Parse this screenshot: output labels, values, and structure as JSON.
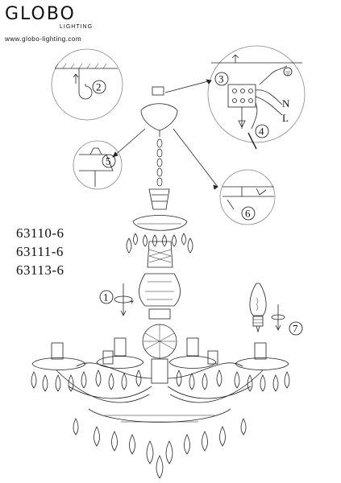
{
  "brand": {
    "name": "GLOBO",
    "subtitle": "LIGHTING",
    "url": "www.globo-lighting.com"
  },
  "models": [
    "63110-6",
    "63111-6",
    "63113-6"
  ],
  "steps": {
    "s1": "1",
    "s2": "2",
    "s3": "3",
    "s4": "4",
    "s5": "5",
    "s6": "6",
    "s7": "7"
  },
  "wire_labels": {
    "n": "N",
    "l": "L"
  },
  "icons": [
    "ground-symbol",
    "rotate-arrow-icon",
    "candle-bulb-icon"
  ]
}
